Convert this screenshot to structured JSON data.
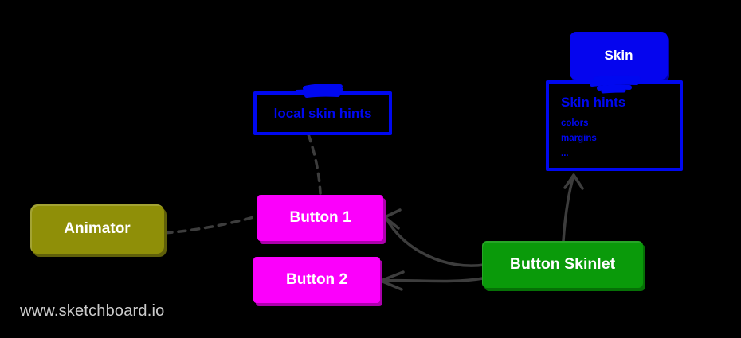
{
  "app": {
    "watermark": "www.sketchboard.io"
  },
  "colors": {
    "background": "#000000",
    "blue_fill": "#0505ee",
    "blue_outline": "#0008f0",
    "magenta": "#fb00fb",
    "green": "#0a9a0a",
    "olive": "#8f8f08",
    "connector_gray": "#3d3d3d",
    "watermark_gray": "#cbcbcb",
    "node_text": "#ffffff"
  },
  "nodes": {
    "skin": {
      "label": "Skin"
    },
    "skin_hints": {
      "title": "Skin hints",
      "items": [
        "colors",
        "margins",
        "..."
      ]
    },
    "local_skin_hints": {
      "label": "local skin hints"
    },
    "animator": {
      "label": "Animator"
    },
    "button_1": {
      "label": "Button 1"
    },
    "button_2": {
      "label": "Button 2"
    },
    "button_skinlet": {
      "label": "Button Skinlet"
    }
  },
  "edges": [
    {
      "from": "Skin",
      "to": "Skin hints",
      "style": "attached-scribble"
    },
    {
      "from": "local skin hints",
      "to": "Button 1",
      "style": "dashed"
    },
    {
      "from": "Animator",
      "to": "Button 1",
      "style": "dashed"
    },
    {
      "from": "Button Skinlet",
      "to": "Button 1",
      "style": "arrow"
    },
    {
      "from": "Button Skinlet",
      "to": "Button 2",
      "style": "arrow"
    },
    {
      "from": "Button Skinlet",
      "to": "Skin hints",
      "style": "arrow"
    }
  ]
}
